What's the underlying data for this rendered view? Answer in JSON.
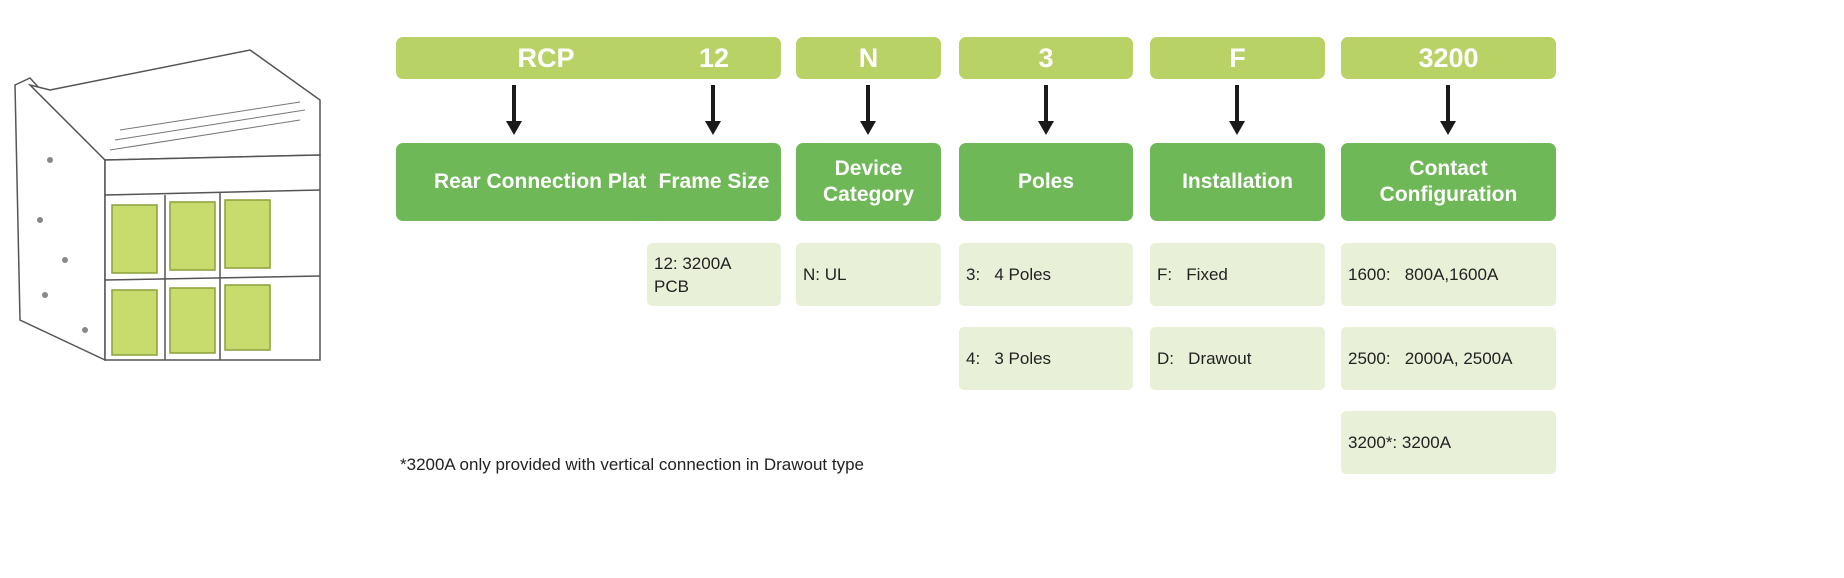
{
  "columns": [
    {
      "code": "RCP",
      "label": "Rear Connection Plate",
      "options": []
    },
    {
      "code": "12",
      "label": "Frame Size",
      "options": [
        "12: 3200A\nPCB"
      ]
    },
    {
      "code": "N",
      "label": "Device\nCategory",
      "options": [
        "N: UL"
      ]
    },
    {
      "code": "3",
      "label": "Poles",
      "options": [
        "3:   4 Poles",
        "4:   3 Poles"
      ]
    },
    {
      "code": "F",
      "label": "Installation",
      "options": [
        "F:   Fixed",
        "D:   Drawout"
      ]
    },
    {
      "code": "3200",
      "label": "Contact\nConfiguration",
      "options": [
        "1600:   800A,1600A",
        "2500:   2000A, 2500A",
        "3200*: 3200A"
      ]
    }
  ],
  "footnote": "*3200A only provided with vertical connection in Drawout type",
  "colors": {
    "code": "#b9d266",
    "label": "#6fb857",
    "option": "#e9f0d8",
    "plate": "#c8dc6e"
  }
}
